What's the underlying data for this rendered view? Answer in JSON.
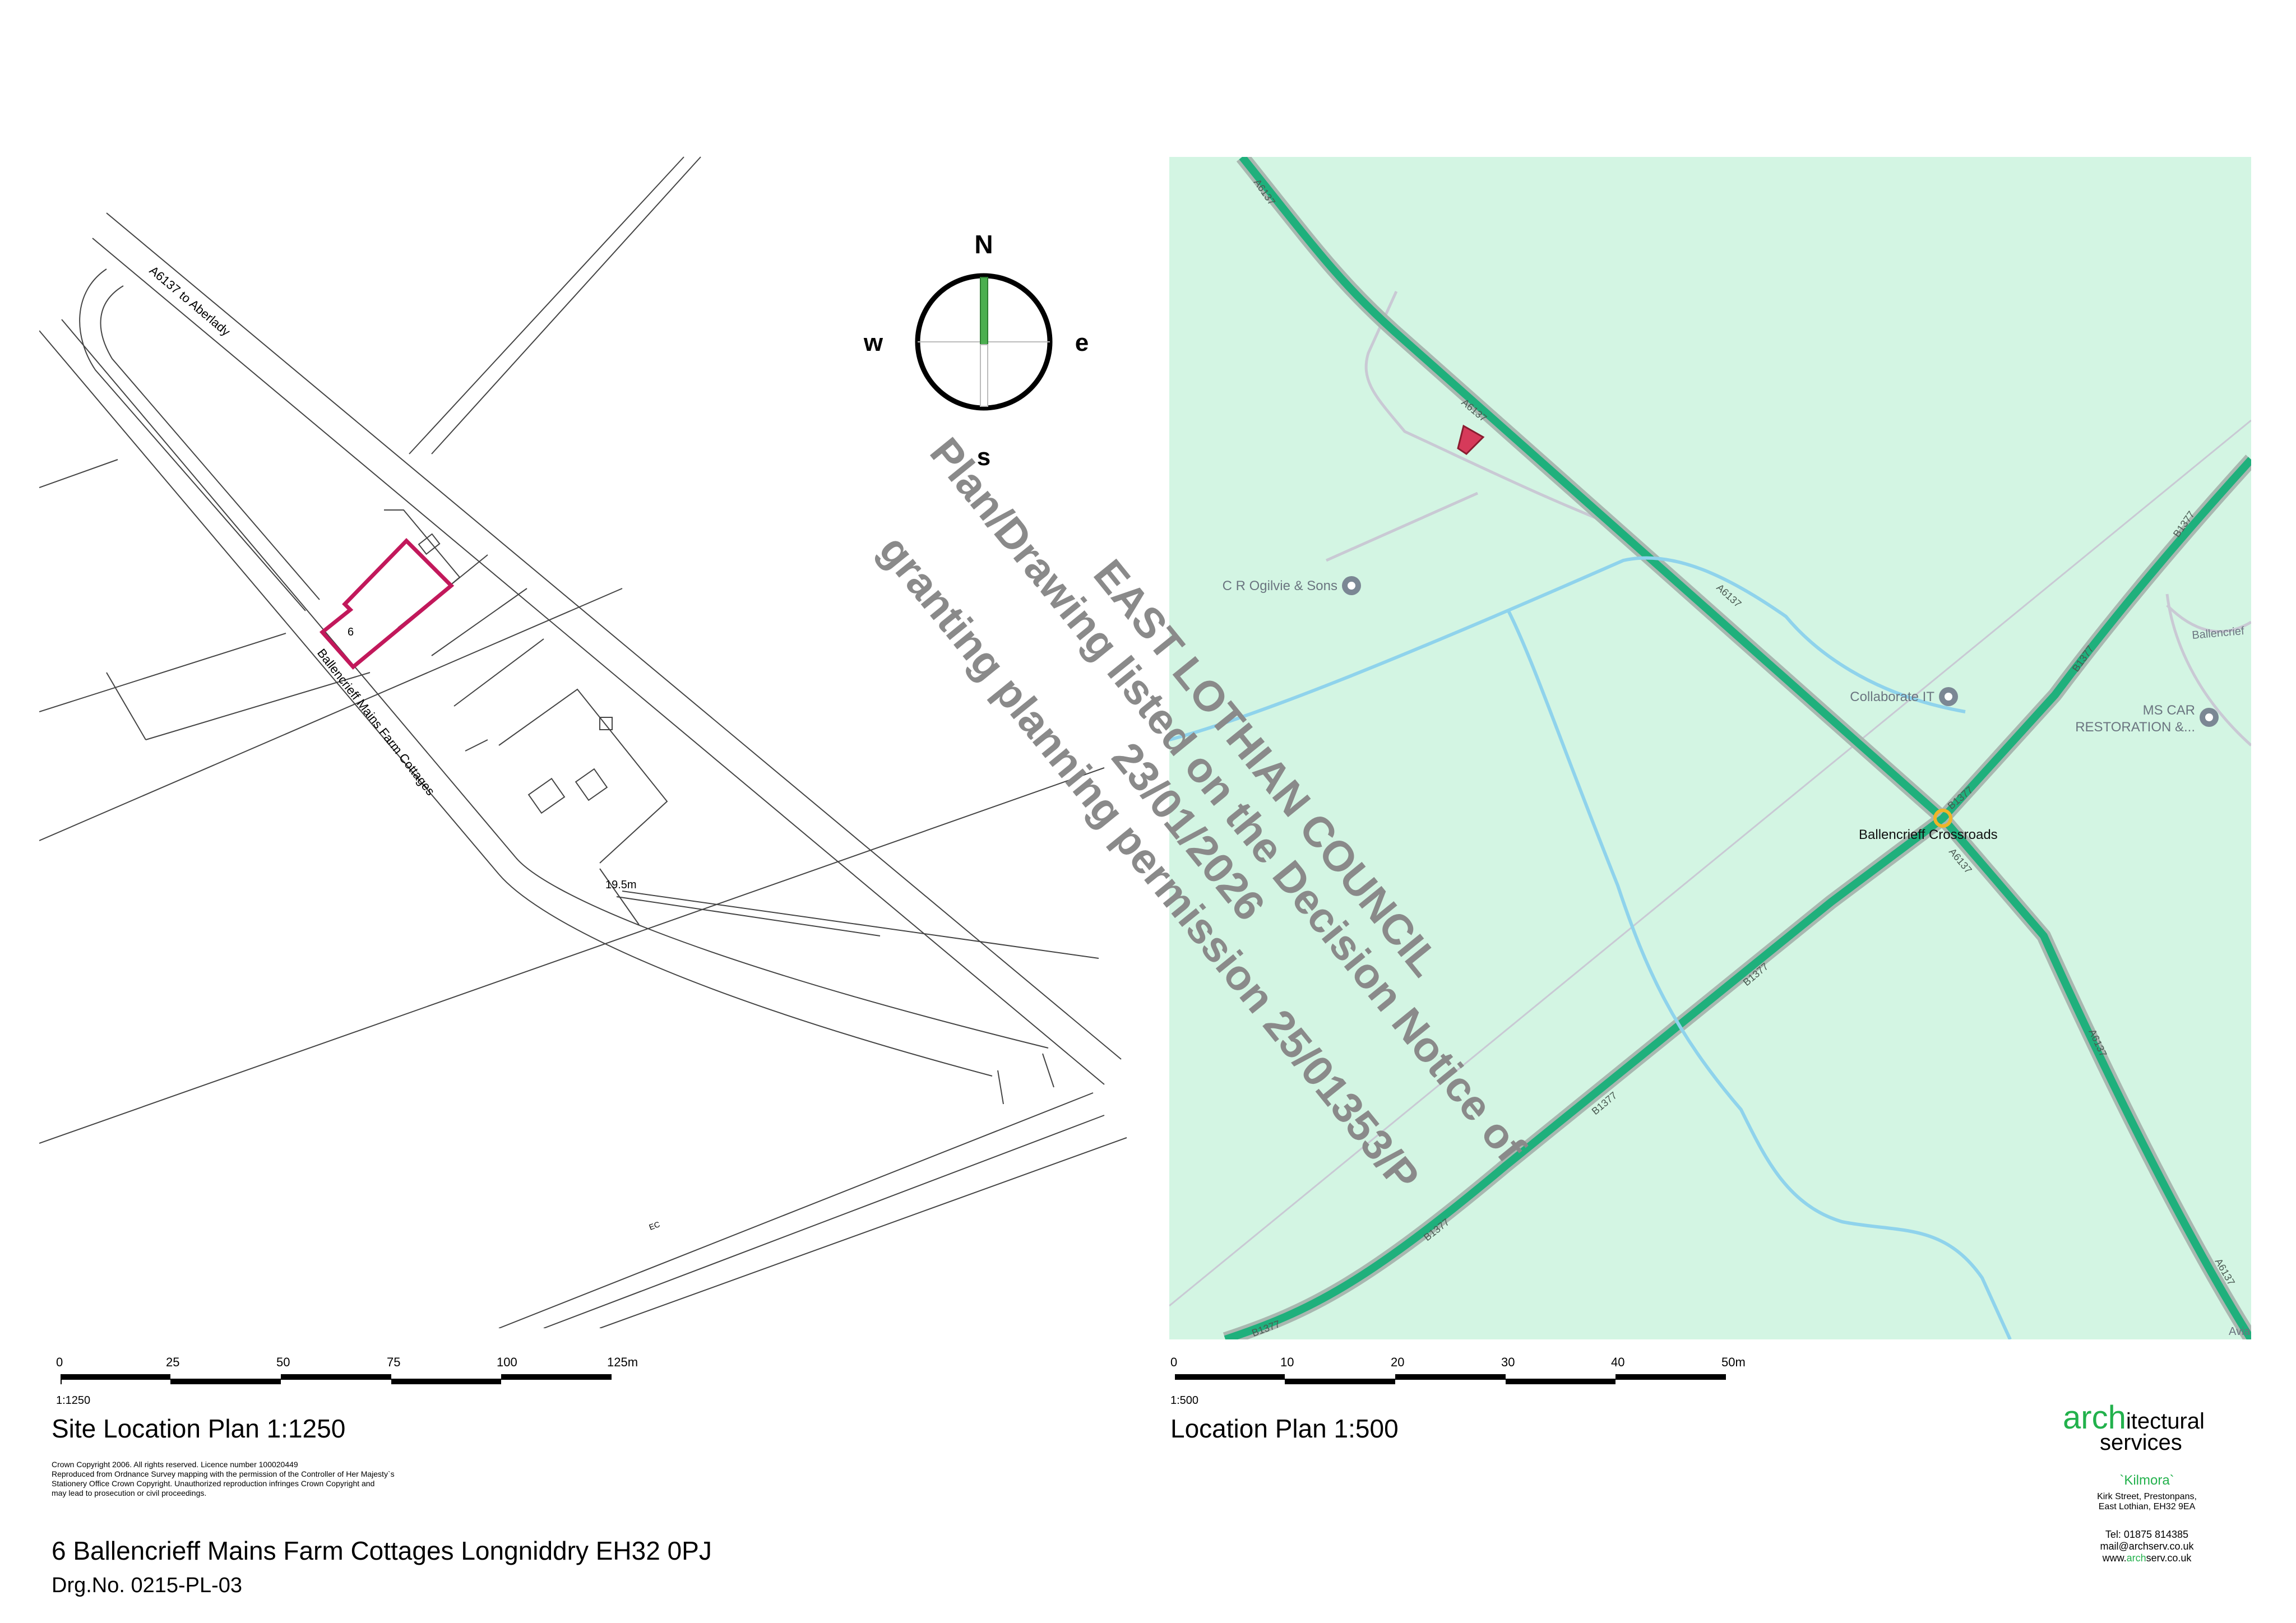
{
  "left_map": {
    "title": "Site Location Plan 1:1250",
    "road_label": "A6137 to Aberlady",
    "street_label": "Ballencrieff Mains Farm Cottages",
    "plot_number": "6",
    "spot_height": "19.5m",
    "misc_label": "EC",
    "scale_ratio": "1:1250",
    "scale_ticks": [
      "0",
      "25",
      "50",
      "75",
      "100",
      "125m"
    ],
    "copyright_lines": [
      "Crown Copyright 2006. All rights reserved. Licence number 100020449",
      "Reproduced from Ordnance Survey mapping with the permission of the Controller of Her Majesty`s",
      "Stationery Office    Crown Copyright. Unauthorized reproduction infringes Crown Copyright and",
      "may lead to prosecution or civil proceedings."
    ]
  },
  "compass": {
    "n": "N",
    "e": "e",
    "s": "s",
    "w": "w"
  },
  "right_map": {
    "title": "Location Plan 1:500",
    "scale_ratio": "1:500",
    "scale_ticks": [
      "0",
      "10",
      "20",
      "30",
      "40",
      "50m"
    ],
    "places": [
      "C R Ogilvie & Sons",
      "Collaborate IT",
      "MS CAR",
      "RESTORATION &...",
      "Ballencrieff Crossroads",
      "Ballencrief",
      "Avia"
    ],
    "road_labels": [
      "A6137",
      "B1377"
    ],
    "colors": {
      "land": "#d3f5e3",
      "road": "#1fb07c",
      "water": "#8fd3ec",
      "site": "#d63a5a"
    }
  },
  "watermark": {
    "lines": [
      "EAST LOTHIAN COUNCIL",
      "Plan/Drawing listed on the Decision Notice of",
      "23/01/2026",
      "granting planning permission 25/01353/P"
    ],
    "color": "#8a8a8a"
  },
  "footer": {
    "address": "6 Ballencrieff Mains Farm Cottages Longniddry EH32 0PJ",
    "drawing_number": "Drg.No. 0215-PL-03"
  },
  "logo": {
    "arch": "arch",
    "itectural": "itectural",
    "services": "services",
    "house_name": "`Kilmora`",
    "address_lines": [
      "Kirk Street, Prestonpans,",
      "East Lothian, EH32 9EA"
    ],
    "tel": "Tel: 01875 814385",
    "email": "mail@archserv.co.uk",
    "web_pre": "www.",
    "web_arch": "arch",
    "web_post": "serv.co.uk",
    "brand_color": "#22b14c"
  }
}
